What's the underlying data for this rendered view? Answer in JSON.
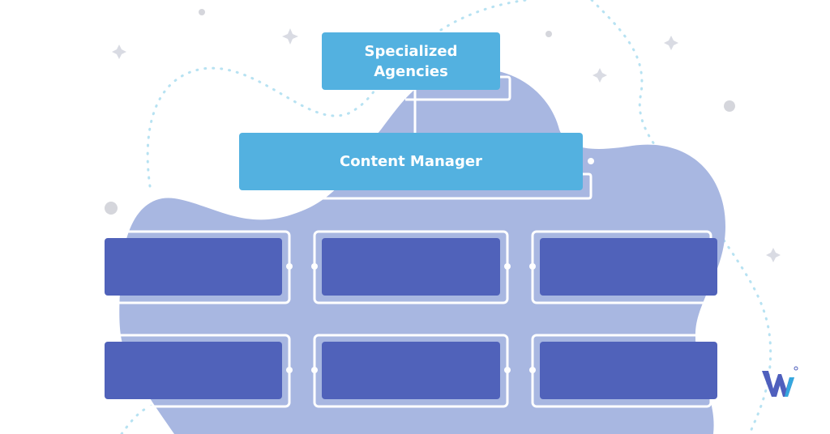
{
  "diagram": {
    "nodes": {
      "top": "Specialized\nAgencies",
      "middle": "Content Manager"
    },
    "grid": {
      "rows": 2,
      "columns": 3,
      "labels": [
        "",
        "",
        "",
        "",
        "",
        ""
      ]
    }
  },
  "colors": {
    "blob": "#a8b7e1",
    "light_box": "#53b1e0",
    "dark_box": "#5062ba",
    "connector": "#ffffff",
    "dots": "#b7e2f2",
    "sparkle": "#d9dbe3"
  },
  "icons": {
    "logo": "w-logo-icon"
  }
}
